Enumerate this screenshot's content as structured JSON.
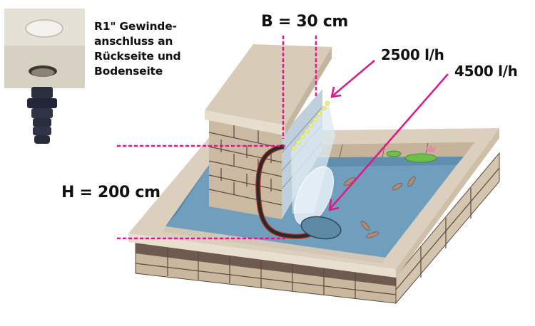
{
  "connector_note": {
    "lines": [
      "R1\" Gewinde-",
      "anschluss an",
      "Rückseite und",
      "Bodenseite"
    ]
  },
  "dimensions": {
    "width_label": "B = 30 cm",
    "height_label": "H = 200 cm"
  },
  "flow_rates": {
    "upper_outlet": "2500 l/h",
    "pump_jet": "4500 l/h"
  },
  "colors": {
    "annotation_magenta": "#e0168a",
    "water_blue": "#6f9fbd",
    "stone_beige": "#d8cbb8",
    "brick_tan": "#c9b79e",
    "brick_dark": "#6e5a4e",
    "led_yellow": "#f0f070",
    "lily_green": "#6cbf4a",
    "hose_black": "#2a2a2a"
  }
}
